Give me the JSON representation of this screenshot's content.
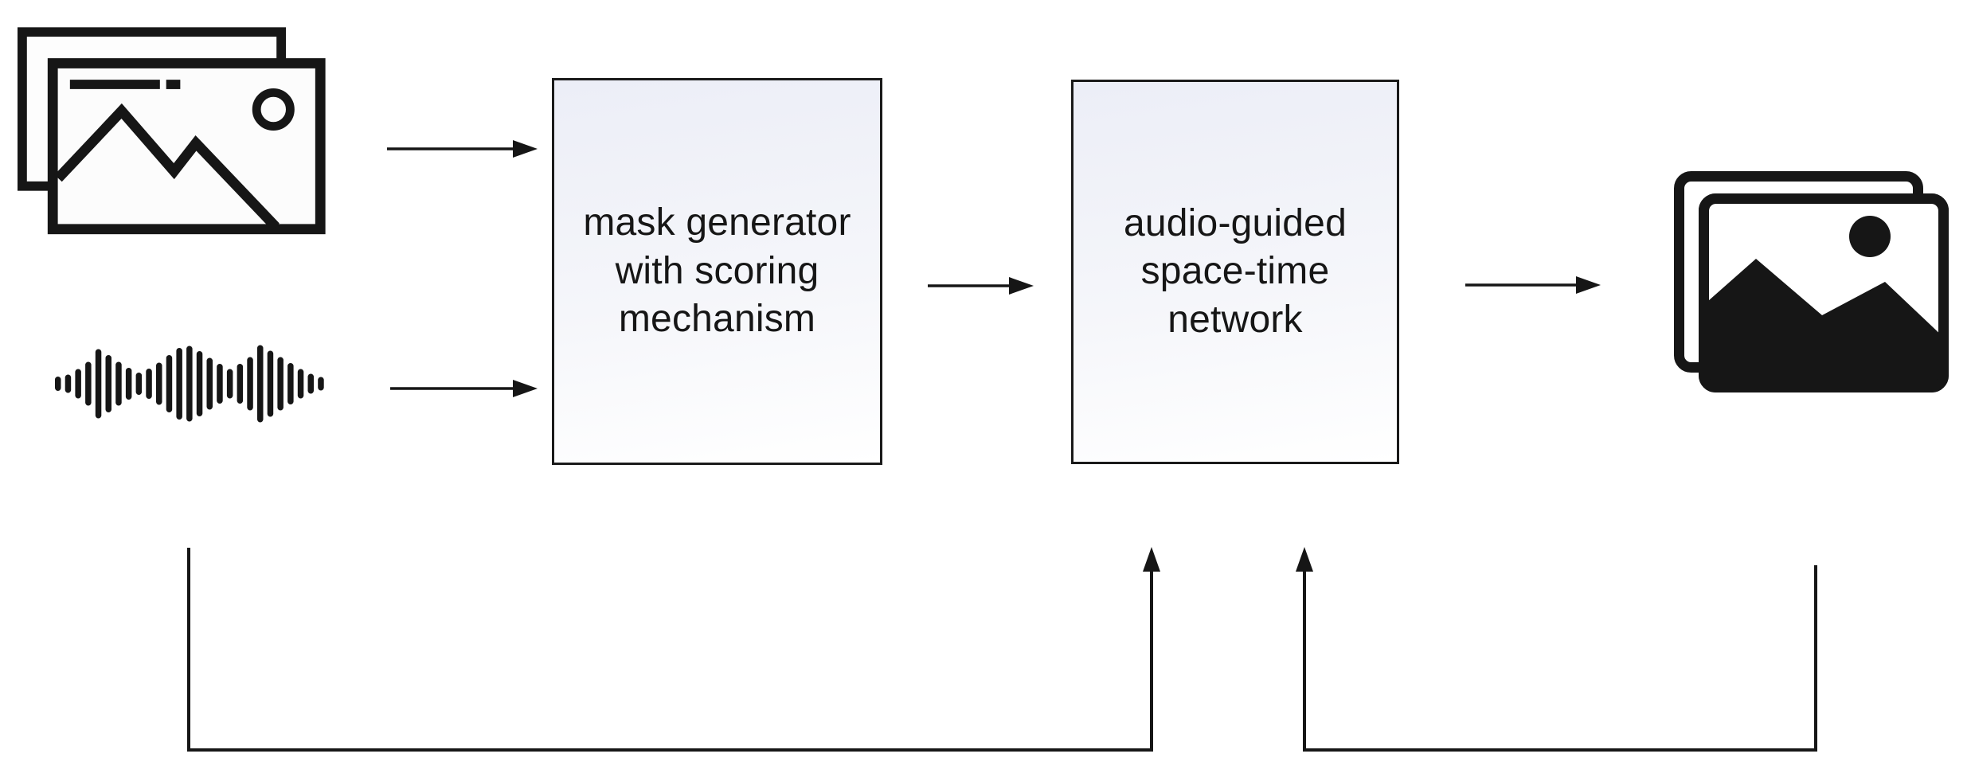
{
  "colors": {
    "ink": "#161616",
    "box_border": "#1a1a1a",
    "box_fill_top": "#eceef7",
    "box_fill_bottom": "#ffffff",
    "background": "#ffffff"
  },
  "nodes": {
    "mask_generator": {
      "label": "mask generator\nwith scoring\nmechanism"
    },
    "network": {
      "label": "audio-guided\nspace-time\nnetwork"
    }
  },
  "icons": {
    "input_images": "stacked-photos-outline-icon",
    "input_audio": "audio-waveform-icon",
    "output_images": "stacked-photos-filled-icon"
  },
  "waveform": {
    "bar_heights": [
      18,
      23,
      37,
      55,
      87,
      72,
      55,
      40,
      28,
      38,
      53,
      72,
      90,
      95,
      82,
      65,
      50,
      37,
      50,
      67,
      97,
      83,
      67,
      52,
      37,
      25,
      17
    ]
  },
  "edges": [
    {
      "from": "input-images",
      "to": "mask-generator",
      "type": "arrow"
    },
    {
      "from": "input-audio",
      "to": "mask-generator",
      "type": "arrow"
    },
    {
      "from": "mask-generator",
      "to": "space-time-network",
      "type": "arrow"
    },
    {
      "from": "space-time-network",
      "to": "output-images",
      "type": "arrow"
    },
    {
      "from": "inputs",
      "to": "space-time-network",
      "type": "skip-connection-arrow"
    },
    {
      "from": "output-images",
      "to": "space-time-network",
      "type": "feedback-arrow"
    }
  ]
}
